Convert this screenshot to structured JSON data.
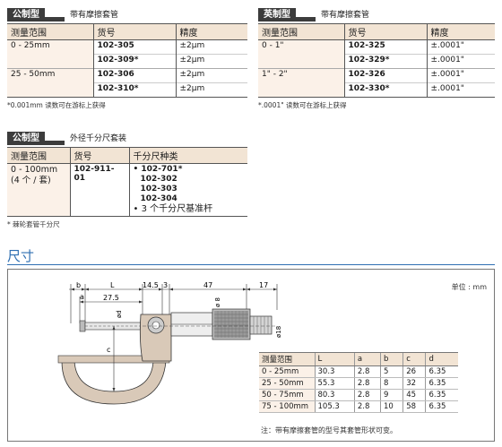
{
  "metric_block": {
    "tag": "公制型",
    "desc": "带有摩擦套管",
    "headers": [
      "测量范围",
      "货号",
      "精度"
    ],
    "rows": [
      {
        "range": "0 - 25mm",
        "code": "102-305",
        "accuracy": "±2μm"
      },
      {
        "range": "",
        "code": "102-309*",
        "accuracy": "±2μm"
      },
      {
        "range": "25 - 50mm",
        "code": "102-306",
        "accuracy": "±2μm"
      },
      {
        "range": "",
        "code": "102-310*",
        "accuracy": "±2μm"
      }
    ],
    "note": "*0.001mm 读数可在游标上获得"
  },
  "inch_block": {
    "tag": "英制型",
    "desc": "带有摩擦套管",
    "headers": [
      "测量范围",
      "货号",
      "精度"
    ],
    "rows": [
      {
        "range": "0 - 1\"",
        "code": "102-325",
        "accuracy": "±.0001\""
      },
      {
        "range": "",
        "code": "102-329*",
        "accuracy": "±.0001\""
      },
      {
        "range": "1\" - 2\"",
        "code": "102-326",
        "accuracy": "±.0001\""
      },
      {
        "range": "",
        "code": "102-330*",
        "accuracy": "±.0001\""
      }
    ],
    "note": "*.0001\" 读数可在游标上获得"
  },
  "set_block": {
    "tag": "公制型",
    "desc": "外径千分尺套装",
    "headers": [
      "测量范围",
      "货号",
      "千分尺种类"
    ],
    "range_line1": "0 - 100mm",
    "range_line2": "(4 个 / 套)",
    "code": "102-911-01",
    "types": [
      "• 102-701*",
      "102-302",
      "102-303",
      "102-304",
      "• 3 个千分尺基准杆"
    ],
    "note": "* 棘轮套管千分尺"
  },
  "dimensions": {
    "title": "尺寸",
    "unit": "单位 : mm",
    "drawing_labels": {
      "b": "b",
      "a": "a",
      "L": "L",
      "d275": "27.5",
      "d145": "14.5",
      "d3": "3",
      "d47": "47",
      "d17": "17",
      "phi8": "ø 8",
      "phi18": "ø18",
      "phid": "ød",
      "c": "c"
    },
    "table_headers": [
      "测量范围",
      "L",
      "a",
      "b",
      "c",
      "d"
    ],
    "table_rows": [
      [
        "0 - 25mm",
        "30.3",
        "2.8",
        "5",
        "26",
        "6.35"
      ],
      [
        "25 - 50mm",
        "55.3",
        "2.8",
        "8",
        "32",
        "6.35"
      ],
      [
        "50 - 75mm",
        "80.3",
        "2.8",
        "9",
        "45",
        "6.35"
      ],
      [
        "75 - 100mm",
        "105.3",
        "2.8",
        "10",
        "58",
        "6.35"
      ]
    ],
    "table_note": "注：带有摩擦套管的型号其套管形状可变。"
  }
}
